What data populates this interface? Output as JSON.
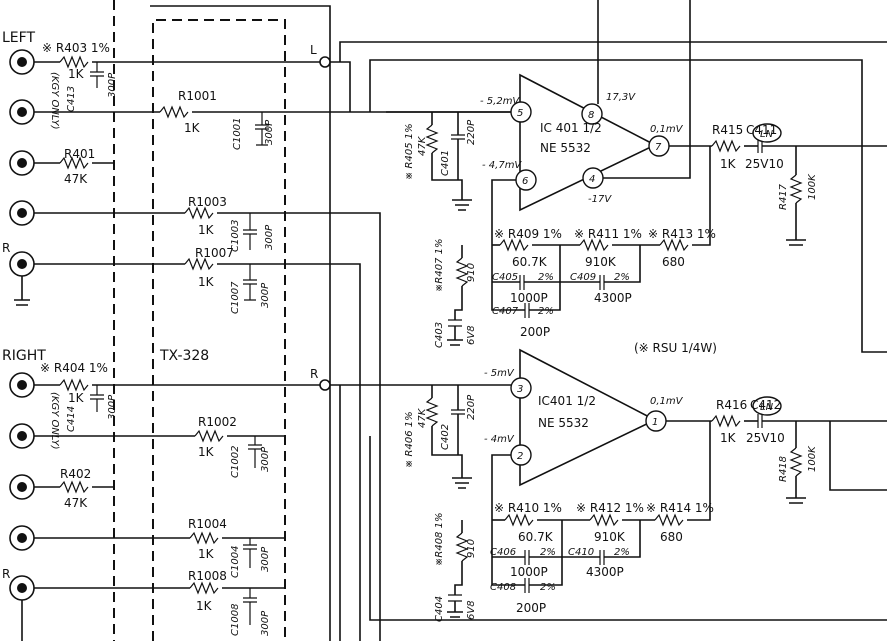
{
  "board": {
    "name": "TX-328"
  },
  "note": "(※ RSU 1/4W)",
  "inputs": {
    "left_header": "LEFT",
    "right_header": "RIGHT",
    "r_partial": "R",
    "left_r403": "※ R403 1%",
    "right_r404": "※ R404 1%",
    "kgy_only": "(KGY ONLY)",
    "r403_val": "1K",
    "c413": "C413",
    "c413_val": "300P",
    "r404_val": "1K",
    "c414": "C414",
    "c414_val": "300P",
    "r401": "R401",
    "r401_val": "47K",
    "r402": "R402",
    "r402_val": "47K"
  },
  "tx": {
    "r1001": "R1001",
    "r1001_val": "1K",
    "c1001": "C1001",
    "c1001_val": "300P",
    "r1003": "R1003",
    "r1003_val": "1K",
    "c1003": "C1003",
    "c1003_val": "300P",
    "r1007": "R1007",
    "r1007_val": "1K",
    "c1007": "C1007",
    "c1007_val": "300P",
    "r1002": "R1002",
    "r1002_val": "1K",
    "c1002": "C1002",
    "c1002_val": "300P",
    "r1004": "R1004",
    "r1004_val": "1K",
    "c1004": "C1004",
    "c1004_val": "300P",
    "r1008": "R1008",
    "r1008_val": "1K",
    "c1008": "C1008",
    "c1008_val": "300P"
  },
  "nodes": {
    "l": "L",
    "r": "R"
  },
  "left": {
    "ic": "IC 401  1/2",
    "part": "NE 5532",
    "pin5": "5",
    "pin6": "6",
    "pin8": "8",
    "pin4": "4",
    "pin7": "7",
    "v_in": "- 5,2mV",
    "v_fb": "- 4,7mV",
    "v_plus": "17,3V",
    "v_minus": "-17V",
    "v_out": "0,1mV",
    "r405": "※ R405 1%",
    "r405_val": "47K",
    "c401": "C401",
    "c401_val": "220P",
    "r407": "※R407 1%",
    "r407_val": "910",
    "c403": "C403",
    "c403_val": "6V8",
    "r409": "※ R409 1%",
    "r409_val": "60.7K",
    "r411": "※ R411 1%",
    "r411_val": "910K",
    "r413": "※ R413 1%",
    "r413_val": "680",
    "c405": "C405",
    "c405_tol": "2%",
    "c405_val": "1000P",
    "c409": "C409",
    "c409_tol": "2%",
    "c409_val": "4300P",
    "c407": "C407",
    "c407_tol": "2%",
    "c407_val": "200P",
    "r415": "R415",
    "r415_val": "1K",
    "c411": "C411",
    "c411_val": "25V10",
    "ln": "LN",
    "r417": "R417",
    "r417_val": "100K"
  },
  "right": {
    "ic": "IC401 1/2",
    "part": "NE 5532",
    "pin3": "3",
    "pin2": "2",
    "pin1": "1",
    "v_in": "- 5mV",
    "v_fb": "- 4mV",
    "v_out": "0,1mV",
    "r406": "※ R406 1%",
    "r406_val": "47K",
    "c402": "C402",
    "c402_val": "220P",
    "r408": "※R408 1%",
    "r408_val": "910",
    "c404": "C404",
    "c404_val": "6V8",
    "r410": "※ R410 1%",
    "r410_val": "60.7K",
    "r412": "※ R412 1%",
    "r412_val": "910K",
    "r414": "※ R414 1%",
    "r414_val": "680",
    "c406": "C406",
    "c406_tol": "2%",
    "c406_val": "1000P",
    "c410": "C410",
    "c410_tol": "2%",
    "c410_val": "4300P",
    "c408": "C408",
    "c408_tol": "2%",
    "c408_val": "200P",
    "r416": "R416",
    "r416_val": "1K",
    "c412": "C412",
    "c412_val": "25V10",
    "ln": "LN",
    "r418": "R418",
    "r418_val": "100K"
  }
}
